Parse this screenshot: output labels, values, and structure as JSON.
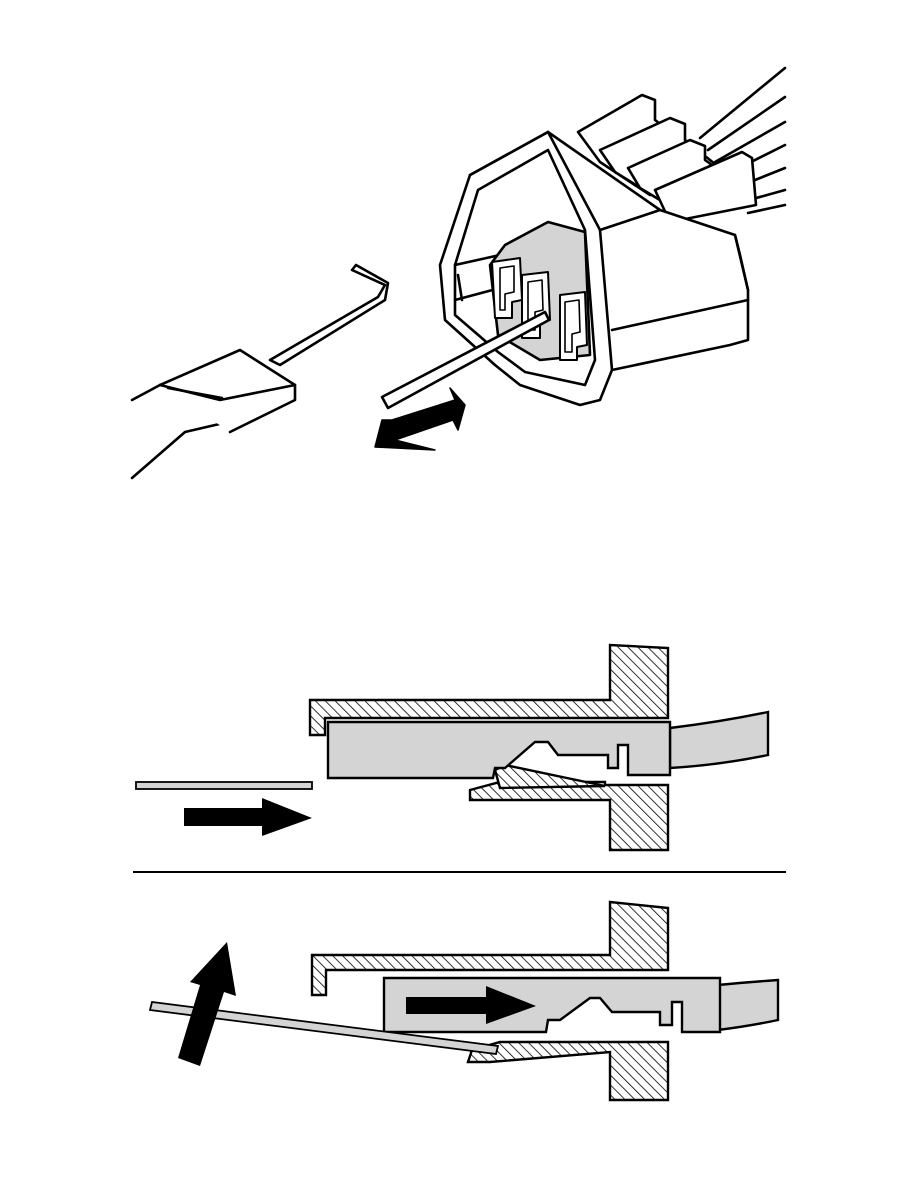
{
  "colors": {
    "background": "#ffffff",
    "line": "#000000",
    "fill_gray": "#d4d4d4",
    "fill_white": "#ffffff"
  },
  "figures": [
    {
      "name": "connector-pin-removal-perspective"
    },
    {
      "name": "terminal-locked-cross-section"
    },
    {
      "name": "terminal-release-cross-section"
    }
  ],
  "icons": [
    "removal-tool-icon",
    "connector-housing-icon",
    "direction-arrow-icon",
    "hatched-housing-section-icon"
  ]
}
